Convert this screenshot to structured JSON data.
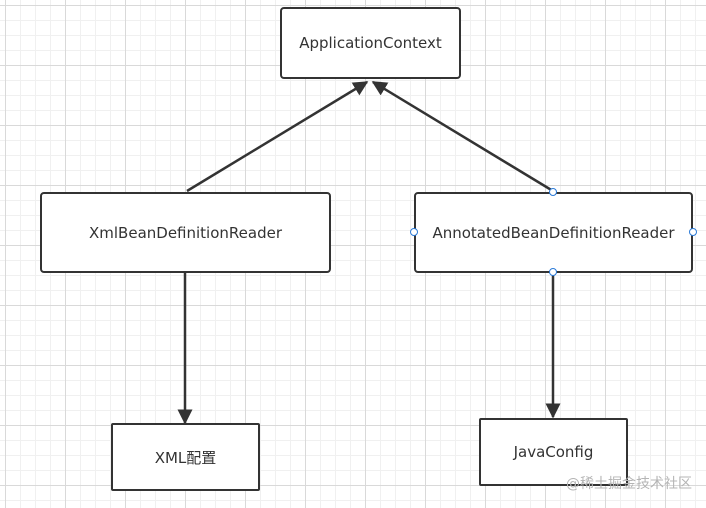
{
  "nodes": {
    "application_context": "ApplicationContext",
    "xml_reader": "XmlBeanDefinitionReader",
    "annotated_reader": "AnnotatedBeanDefinitionReader",
    "xml_config": "XML配置",
    "java_config": "JavaConfig"
  },
  "watermark": "@稀土掘金技术社区",
  "colors": {
    "stroke": "#333333",
    "handle": "#2a7ad8",
    "grid": "#d9d9d9"
  }
}
